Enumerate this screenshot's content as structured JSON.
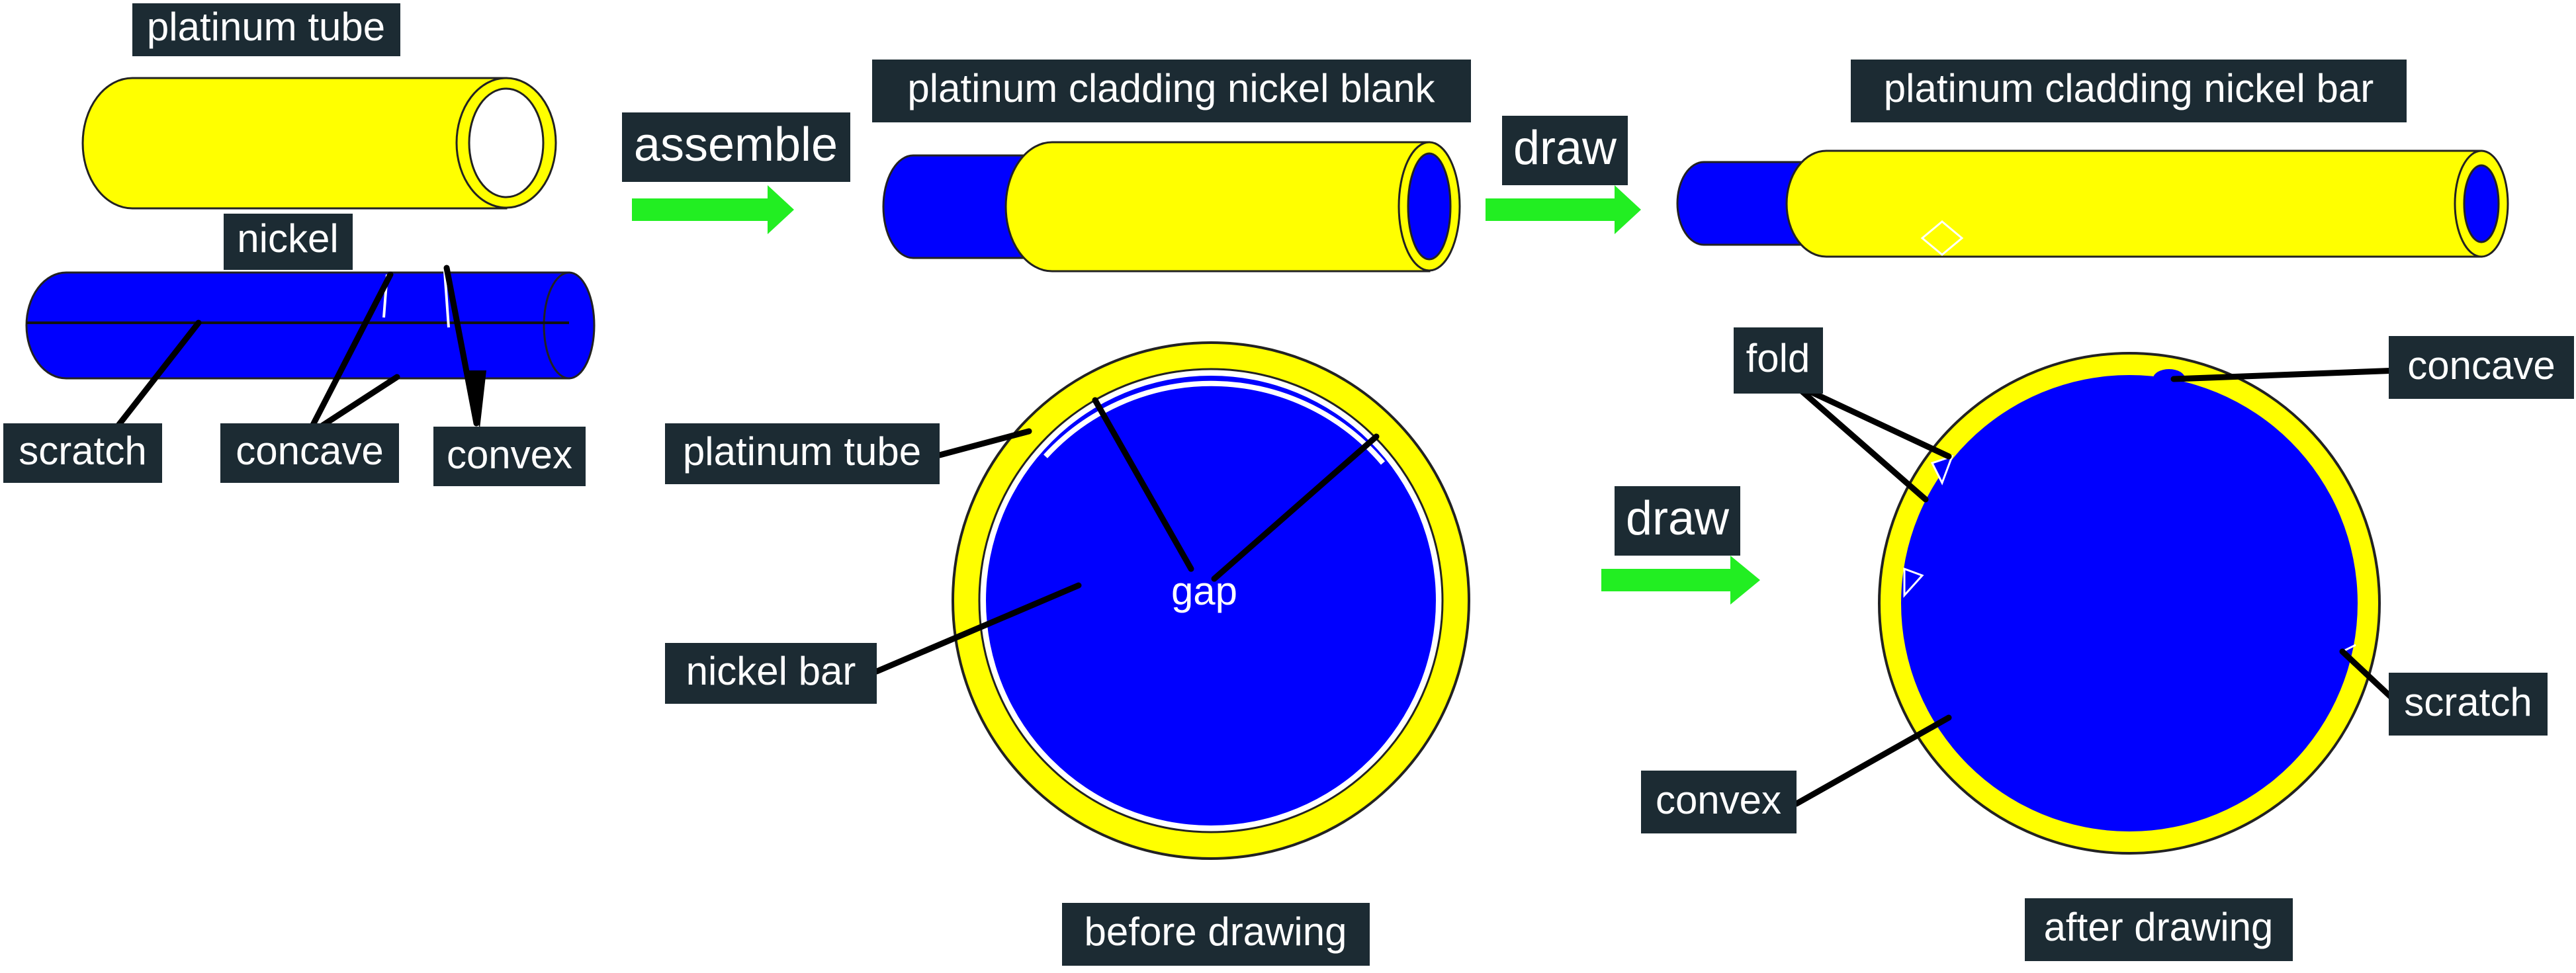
{
  "labels": {
    "platinum_tube_top": "platinum tube",
    "nickel": "nickel",
    "scratch_left": "scratch",
    "concave_left": "concave",
    "convex_left": "convex",
    "assemble": "assemble",
    "cladding_blank": "platinum cladding nickel blank",
    "draw_top": "draw",
    "cladding_bar": "platinum cladding nickel bar",
    "platinum_tube_mid": "platinum tube",
    "nickel_bar": "nickel bar",
    "gap": "gap",
    "before_drawing": "before drawing",
    "draw_mid": "draw",
    "fold": "fold",
    "concave_right": "concave",
    "scratch_right": "scratch",
    "convex_right": "convex",
    "after_drawing": "after drawing"
  },
  "colors": {
    "platinum": "#ffff00",
    "nickel": "#0000ff",
    "arrow": "#22ee22",
    "label_background": "#1c2b33",
    "label_text": "#ffffff"
  }
}
